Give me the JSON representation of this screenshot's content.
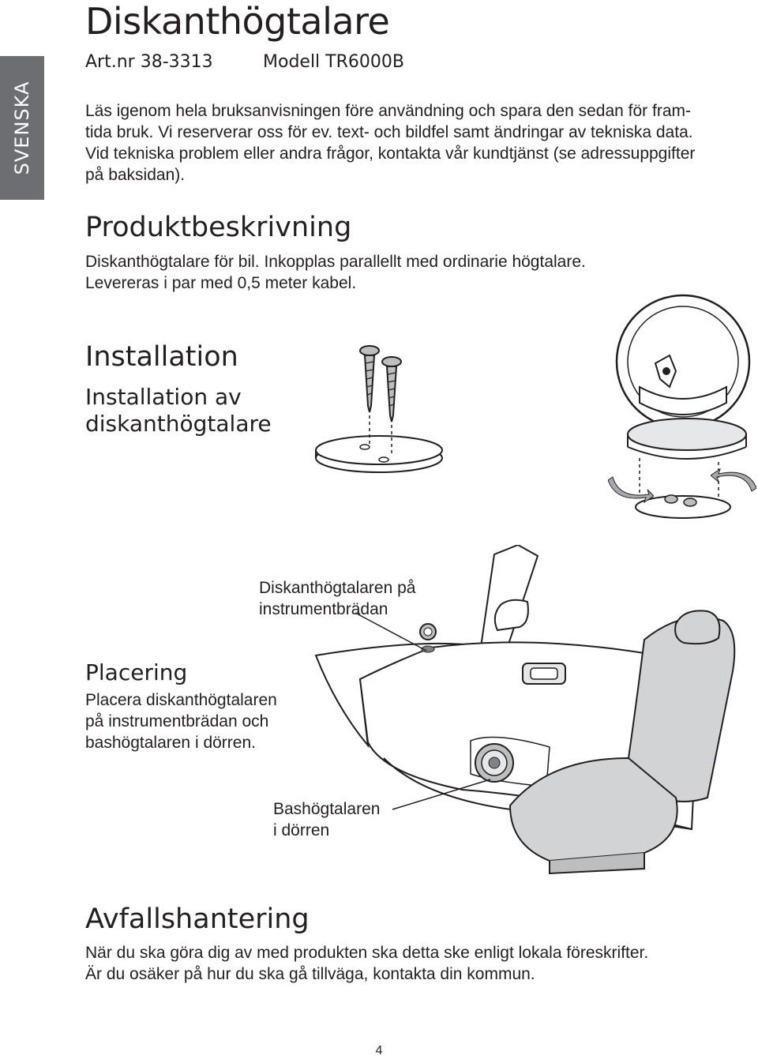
{
  "sidebar": {
    "language_tab": "SVENSKA"
  },
  "header": {
    "title": "Diskanthögtalare",
    "art_nr": "Art.nr 38-3313",
    "model": "Modell TR6000B"
  },
  "intro": {
    "lines": [
      "Läs igenom hela bruksanvisningen före användning och spara den sedan för fram-",
      "tida bruk. Vi reserverar oss för ev. text- och bildfel samt ändringar av tekniska data.",
      "Vid tekniska problem eller andra frågor, kontakta vår kundtjänst (se adressuppgifter",
      "på baksidan)."
    ]
  },
  "product": {
    "heading": "Produktbeskrivning",
    "lines": [
      "Diskanthögtalare för bil. Inkopplas parallellt med ordinarie högtalare.",
      "Levereras i par med 0,5 meter kabel."
    ]
  },
  "installation": {
    "heading": "Installation",
    "subheading_line1": "Installation av",
    "subheading_line2": "diskanthögtalare"
  },
  "placement": {
    "callout_tweeter_line1": "Diskanthögtalaren på",
    "callout_tweeter_line2": "instrumentbrädan",
    "heading": "Placering",
    "lines": [
      "Placera diskanthögtalaren",
      "på instrumentbrädan och",
      "bashögtalaren i dörren."
    ],
    "callout_bass_line1": "Bashögtalaren",
    "callout_bass_line2": "i dörren"
  },
  "disposal": {
    "heading": "Avfallshantering",
    "lines": [
      "När du ska göra dig av med produkten ska detta ske enligt lokala föreskrifter.",
      "Är du osäker på hur du ska gå tillväga, kontakta din kommun."
    ]
  },
  "footer": {
    "page_number": "4"
  }
}
